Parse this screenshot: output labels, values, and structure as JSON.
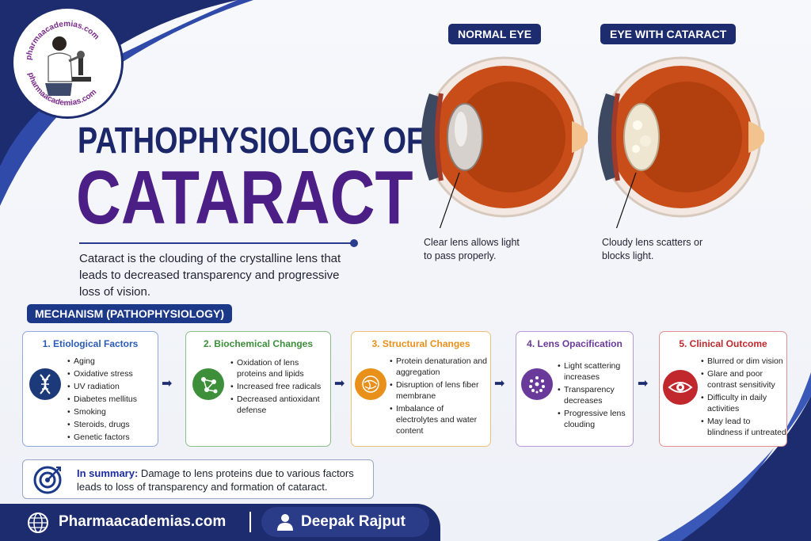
{
  "logo": {
    "arc_top": "pharmaacademias.com",
    "arc_bottom": "pharmaacademias.com"
  },
  "title": {
    "line1": "PATHOPHYSIOLOGY OF",
    "line2": "CATARACT"
  },
  "intro": "Cataract is the clouding of the crystalline lens that leads to decreased transparency and progressive loss of vision.",
  "eyes": [
    {
      "label": "NORMAL EYE",
      "caption": "Clear lens allows light to pass properly."
    },
    {
      "label": "EYE WITH CATARACT",
      "caption": "Cloudy lens scatters or blocks light."
    }
  ],
  "mechanism": {
    "title": "MECHANISM (PATHOPHYSIOLOGY)",
    "cards": [
      {
        "title": "1. Etiological Factors",
        "icon": "dna-icon",
        "color": "#2a5bb5",
        "items": [
          "Aging",
          "Oxidative stress",
          "UV radiation",
          "Diabetes mellitus",
          "Smoking",
          "Steroids, drugs",
          "Genetic factors"
        ]
      },
      {
        "title": "2. Biochemical Changes",
        "icon": "molecule-icon",
        "color": "#3d8f3a",
        "items": [
          "Oxidation of lens proteins and lipids",
          "Increased free radicals",
          "Decreased antioxidant defense"
        ]
      },
      {
        "title": "3. Structural Changes",
        "icon": "fiber-icon",
        "color": "#e8901a",
        "items": [
          "Protein denaturation and aggregation",
          "Disruption of lens fiber membrane",
          "Imbalance of electrolytes and water content"
        ]
      },
      {
        "title": "4. Lens Opacification",
        "icon": "opacity-dots-icon",
        "color": "#6a3a9a",
        "items": [
          "Light scattering increases",
          "Transparency decreases",
          "Progressive lens clouding"
        ]
      },
      {
        "title": "5. Clinical Outcome",
        "icon": "eye-icon",
        "color": "#c0282d",
        "items": [
          "Blurred or dim vision",
          "Glare and poor contrast sensitivity",
          "Difficulty in daily activities",
          "May lead to blindness if untreated"
        ]
      }
    ]
  },
  "summary": {
    "lead": "In summary:",
    "text": " Damage to lens proteins due to various factors leads to loss of transparency and formation of cataract."
  },
  "footer": {
    "site": "Pharmaacademias.com",
    "author": "Deepak Rajput"
  },
  "colors": {
    "navy": "#1c2c6e",
    "purple": "#4b1f86"
  }
}
